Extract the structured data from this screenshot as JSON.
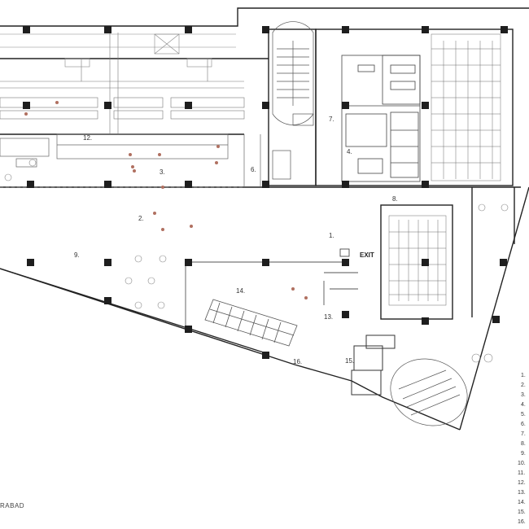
{
  "plan": {
    "room_labels": [
      "1.",
      "2.",
      "3.",
      "6.",
      "7.",
      "4.",
      "8.",
      "9.",
      "12.",
      "13.",
      "14.",
      "15.",
      "16."
    ],
    "exit_sign": "EXIT",
    "footer_text": "RABAD",
    "legend_numbers": [
      "1.",
      "2.",
      "3.",
      "4.",
      "5.",
      "6.",
      "7.",
      "8.",
      "9.",
      "10.",
      "11.",
      "12.",
      "13.",
      "14.",
      "15.",
      "16."
    ],
    "colors": {
      "wall": "#222222",
      "line": "#6a6a6a",
      "furniture": "#8a8a8a",
      "column": "#1e1e1e",
      "figure": "#b07060"
    }
  }
}
